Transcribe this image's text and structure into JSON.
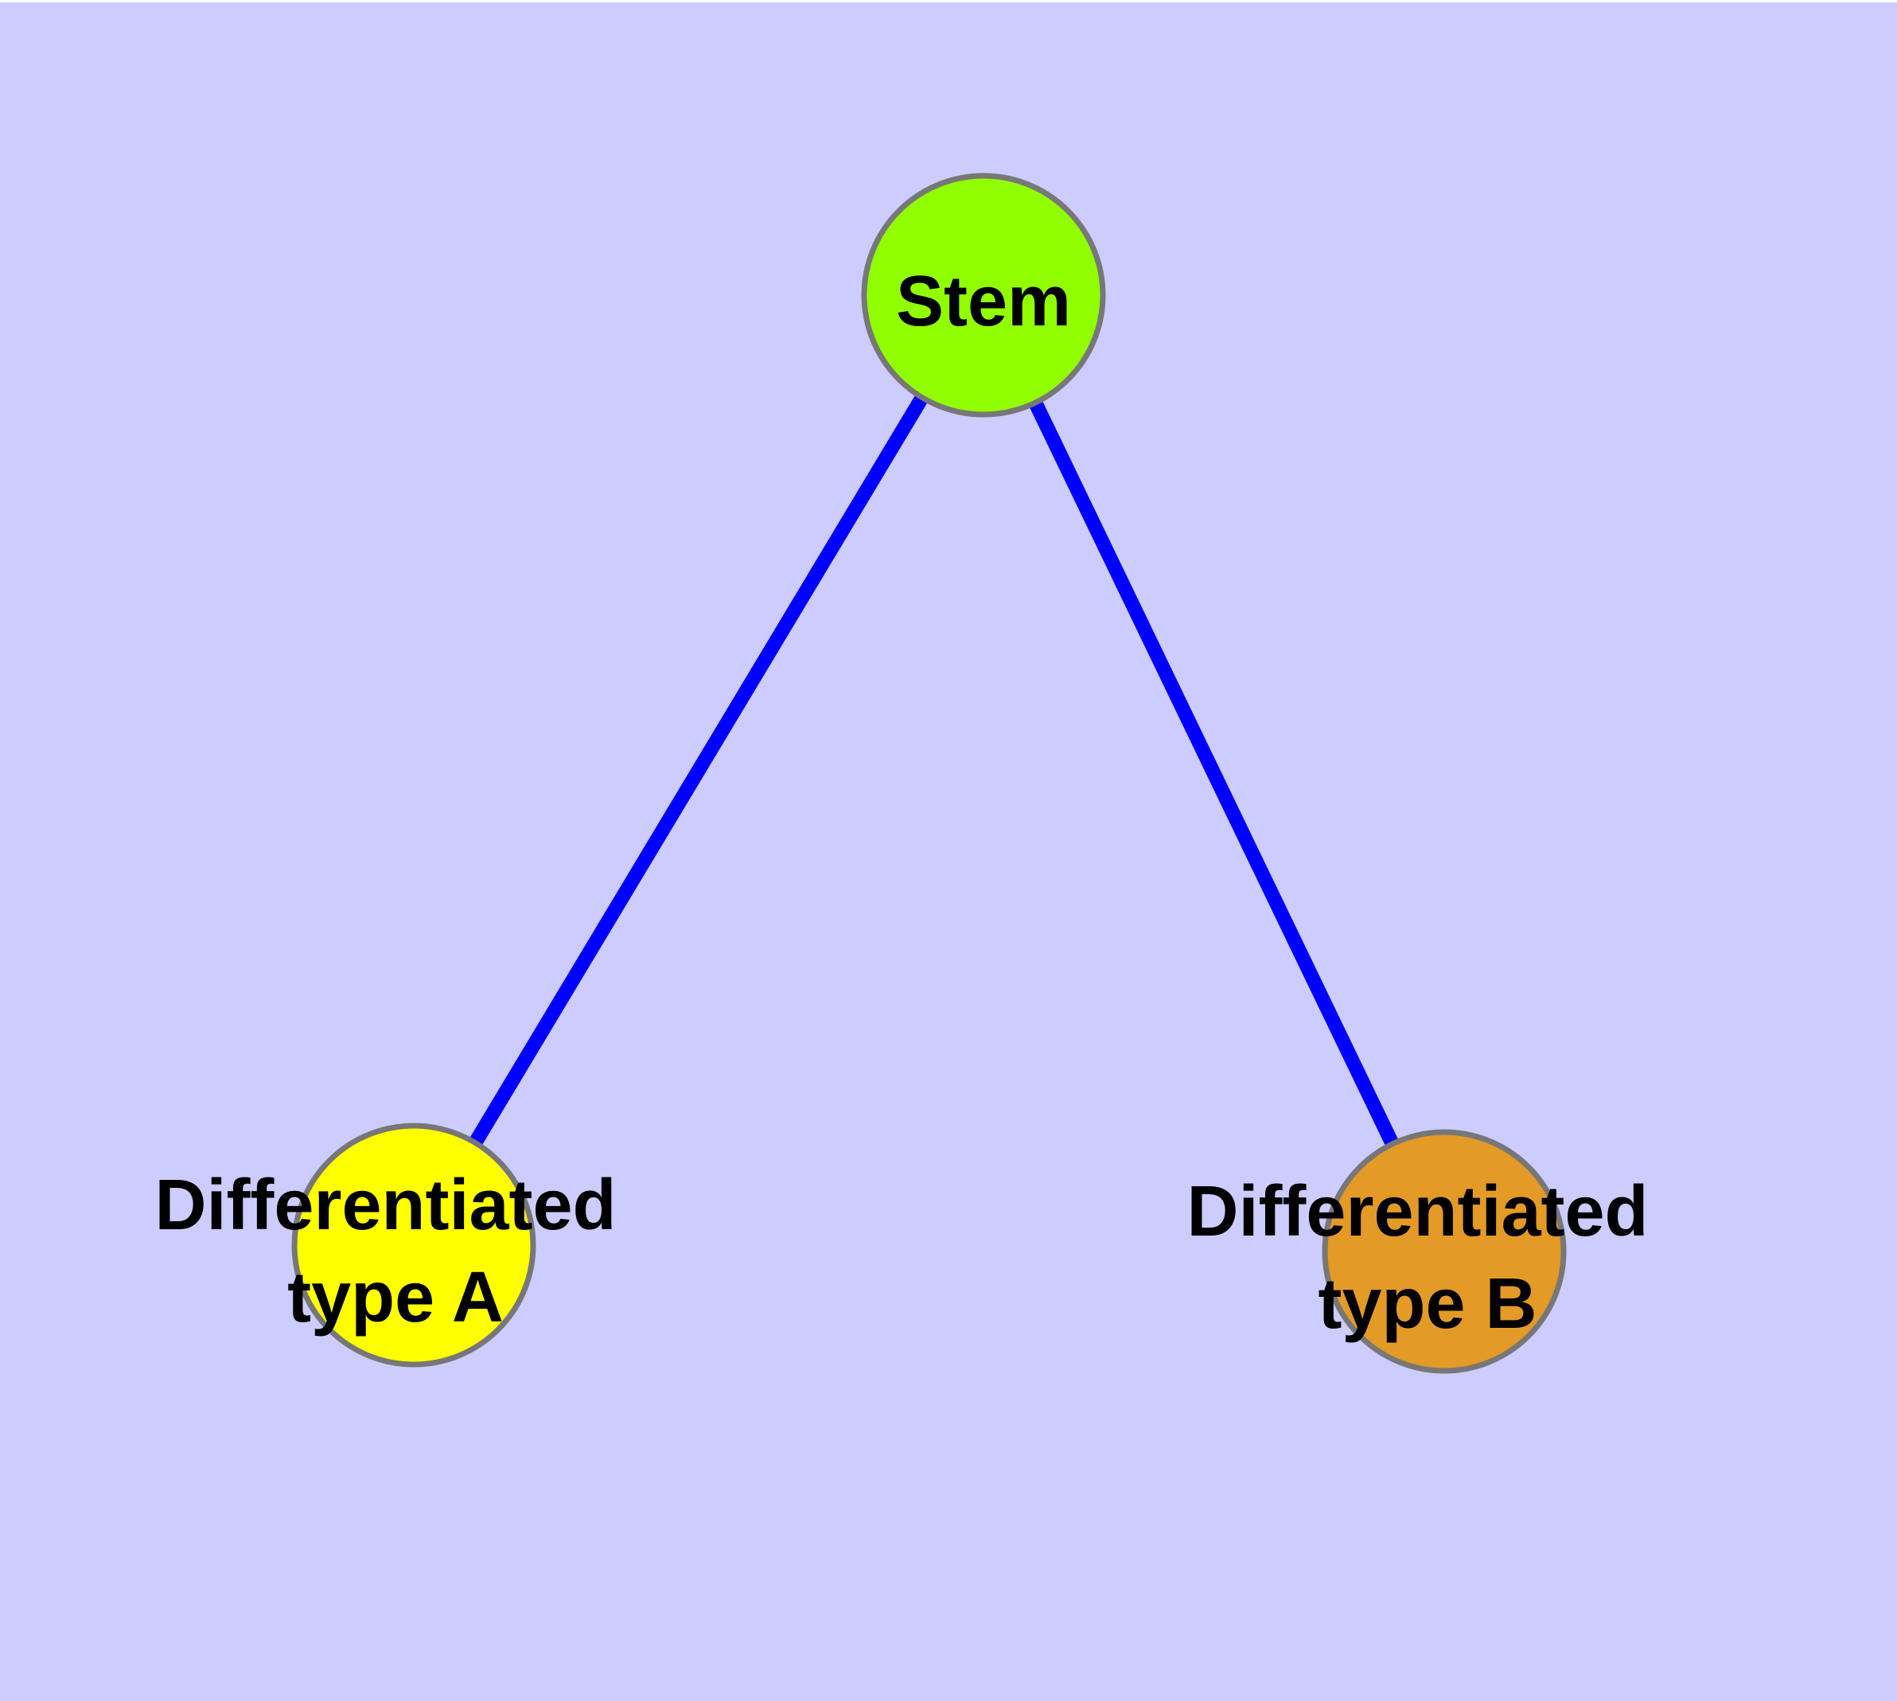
{
  "diagram": {
    "background_color": "#CCCCFF",
    "edge_color": "#0000FF",
    "node_border_color": "#777777",
    "label_color": "#000000",
    "nodes": {
      "stem": {
        "label": "Stem",
        "fill": "#92FF00"
      },
      "type_a": {
        "label_line1": "Differentiated",
        "label_line2": "type A",
        "fill": "#FFFF00"
      },
      "type_b": {
        "label_line1": "Differentiated",
        "label_line2": "type B",
        "fill": "#E49A26"
      }
    },
    "edges": [
      {
        "from": "Stem",
        "to": "Differentiated type A"
      },
      {
        "from": "Stem",
        "to": "Differentiated type B"
      }
    ]
  }
}
